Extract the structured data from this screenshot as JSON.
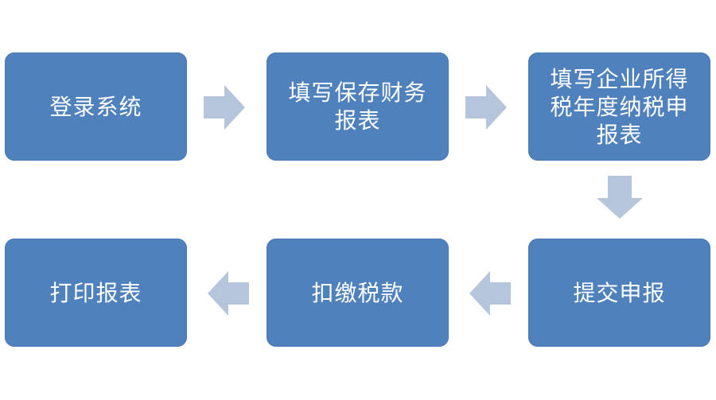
{
  "steps": [
    {
      "label": "登录系统"
    },
    {
      "label": "填写保存财务\n报表"
    },
    {
      "label": "填写企业所得\n税年度纳税申\n报表"
    },
    {
      "label": "提交申报"
    },
    {
      "label": "扣缴税款"
    },
    {
      "label": "打印报表"
    }
  ],
  "colors": {
    "box_fill": "#4f81bd",
    "box_text": "#ffffff",
    "arrow_fill": "#b4c5dc"
  },
  "icons": [
    "arrow-right-icon",
    "arrow-down-icon",
    "arrow-left-icon"
  ]
}
